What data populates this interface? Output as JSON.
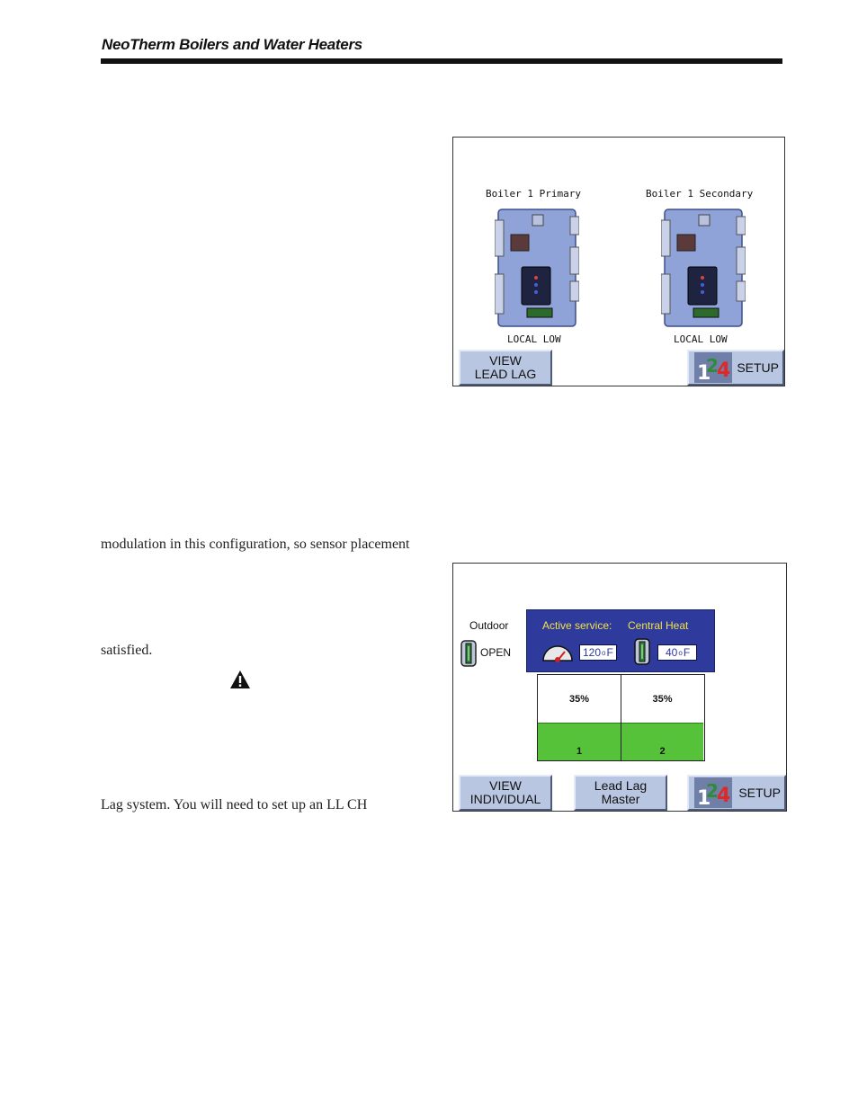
{
  "header": {
    "title": "NeoTherm Boilers and Water Heaters"
  },
  "body_text": {
    "line1": "modulation in this configuration, so sensor placement",
    "line2": "satisfied.",
    "line3": "Lag system.  You will need to set up an LL CH"
  },
  "screen1": {
    "boilers": [
      {
        "label": "Boiler 1 Primary",
        "status": "LOCAL LOW"
      },
      {
        "label": "Boiler 1 Secondary",
        "status": "LOCAL LOW"
      }
    ],
    "view_button": {
      "line1": "VIEW",
      "line2": "LEAD LAG"
    },
    "setup_button": {
      "label": "SETUP"
    }
  },
  "screen2": {
    "outdoor_label": "Outdoor",
    "outdoor_status": "OPEN",
    "service_label": "Active service:",
    "service_value": "Central Heat",
    "supply_temp": "120",
    "outdoor_temp": "40",
    "temp_unit": "F",
    "bars": [
      {
        "number": "1",
        "percent_label": "35%",
        "fill_fraction": 0.44
      },
      {
        "number": "2",
        "percent_label": "35%",
        "fill_fraction": 0.44
      }
    ],
    "view_button": {
      "line1": "VIEW",
      "line2": "INDIVIDUAL"
    },
    "master_button": {
      "line1": "Lead Lag",
      "line2": "Master"
    },
    "setup_button": {
      "label": "SETUP"
    }
  },
  "colors": {
    "service_bg": "#2e3a9c",
    "service_text": "#f2e24a",
    "bar_fill": "#55c23a",
    "button_bg": "#b9c6e2"
  }
}
